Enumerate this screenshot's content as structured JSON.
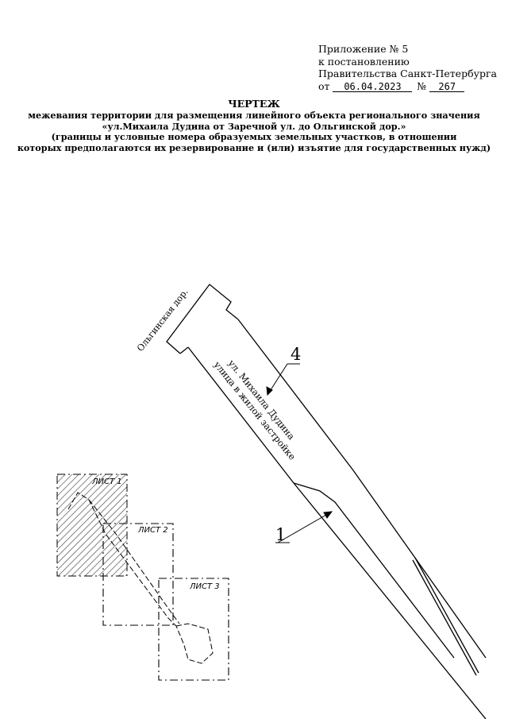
{
  "appendix": {
    "line1": "Приложение № 5",
    "line2": "к постановлению",
    "line3": "Правительства Санкт-Петербурга",
    "date_prefix": "от",
    "date": "06.04.2023",
    "number_prefix": "№",
    "number": "267"
  },
  "title": {
    "main": "ЧЕРТЕЖ",
    "line1": "межевания территории для размещения линейного объекта регионального значения",
    "line2": "«ул.Михаила Дудина от Заречной ул. до Ольгинской дор.»",
    "line3": "(границы и условные номера образуемых земельных участков, в отношении",
    "line4": "которых предполагаются их резервирование и (или) изъятие для государственных нужд)"
  },
  "drawing": {
    "road_label": "Ольгинская дор.",
    "street_label_1": "ул. Михаила Дудина",
    "street_label_2": "улица в жилой застройке",
    "parcel_4": "4",
    "parcel_1": "1",
    "sheet_1": "ЛИСТ 1",
    "sheet_2": "ЛИСТ 2",
    "sheet_3": "ЛИСТ 3"
  }
}
